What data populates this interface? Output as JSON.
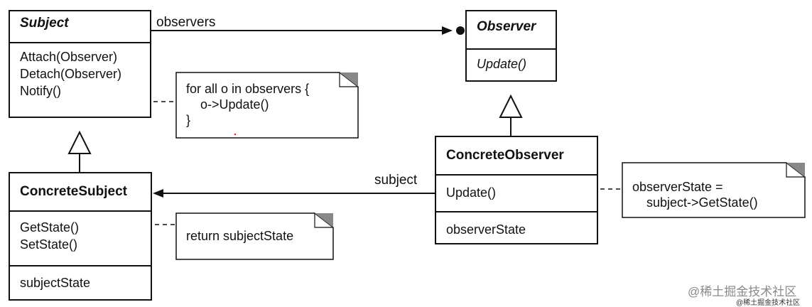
{
  "subject": {
    "name": "Subject",
    "operations": [
      "Attach(Observer)",
      "Detach(Observer)",
      "Notify()"
    ]
  },
  "observer": {
    "name": "Observer",
    "operations": [
      "Update()"
    ]
  },
  "concrete_subject": {
    "name": "ConcreteSubject",
    "operations": [
      "GetState()",
      "SetState()"
    ],
    "attributes": [
      "subjectState"
    ]
  },
  "concrete_observer": {
    "name": "ConcreteObserver",
    "operations": [
      "Update()"
    ],
    "attributes": [
      "observerState"
    ]
  },
  "associations": {
    "observers_label": "observers",
    "subject_label": "subject"
  },
  "notes": {
    "notify": "for all o in observers {\n    o->Update()\n}",
    "get_state": "return subjectState",
    "update": "observerState =\n    subject->GetState()"
  },
  "watermark": {
    "main": "@稀土掘金技术社区",
    "small": "@稀土掘金技术社区"
  }
}
